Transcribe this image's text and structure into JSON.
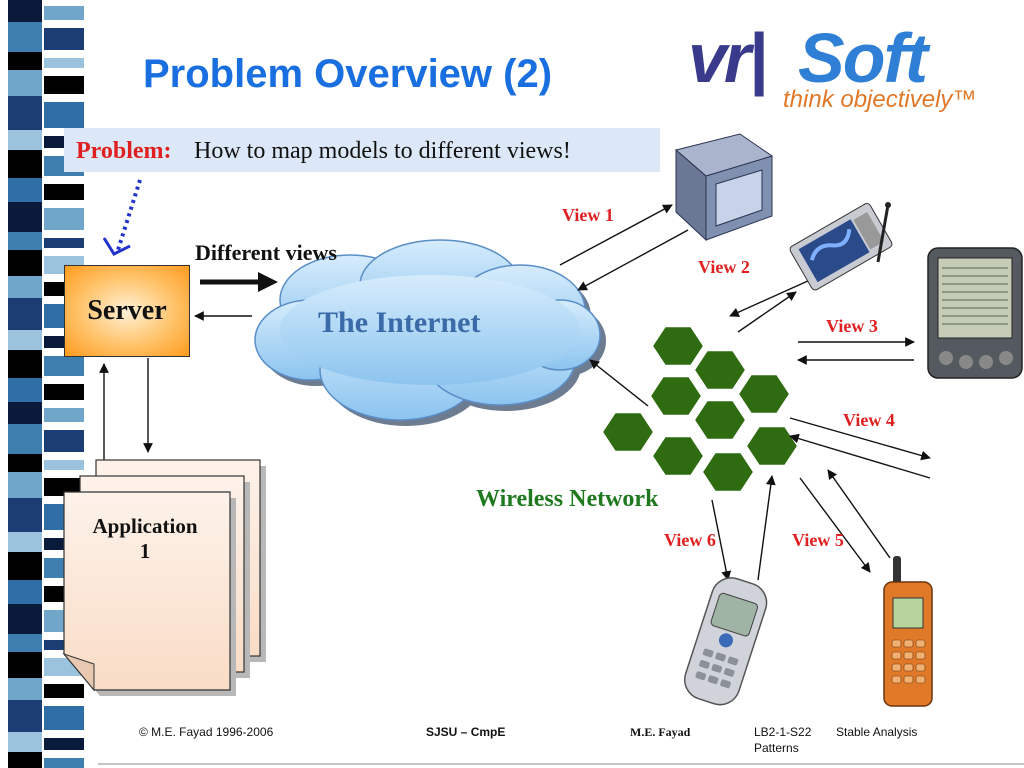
{
  "slide": {
    "title": "Problem Overview (2)",
    "logo": {
      "vr": "vr|",
      "soft": "Soft",
      "tagline": "think objectively™"
    },
    "problem": {
      "label": "Problem:",
      "text": "How to map models to different views!"
    }
  },
  "diagram": {
    "server_label": "Server",
    "different_views": "Different views",
    "internet_label": "The Internet",
    "wireless_label": "Wireless Network",
    "application_line1": "Application",
    "application_line2": "1",
    "views": [
      "View 1",
      "View 2",
      "View 3",
      "View 4",
      "View 5",
      "View 6"
    ],
    "colors": {
      "title": "#1a6fe0",
      "view_label": "#e02020",
      "wireless": "#1f7a1f",
      "hexagon": "#2f6b10",
      "internet": "#3a6aa8"
    }
  },
  "footer": {
    "copyright": "© M.E. Fayad 1996-2006",
    "course": "SJSU – CmpE",
    "author": "M.E. Fayad",
    "slide_id": "LB2-1-S22",
    "topic_line1": "Stable Analysis",
    "topic_line2": "Patterns"
  }
}
